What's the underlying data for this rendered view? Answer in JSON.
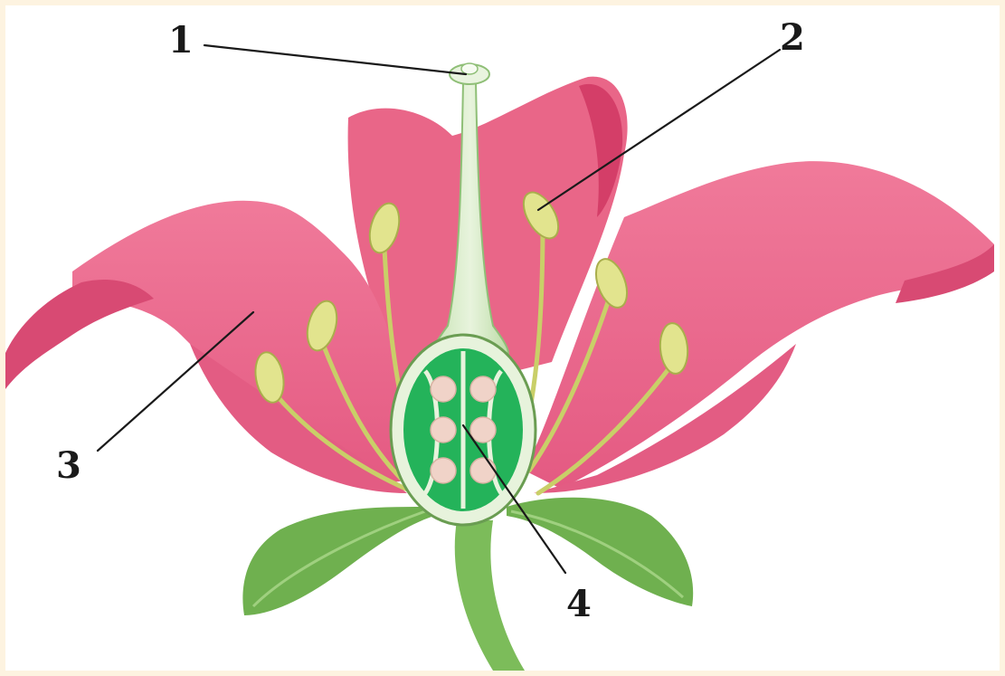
{
  "diagram": {
    "labels": [
      {
        "id": "1",
        "text": "1"
      },
      {
        "id": "2",
        "text": "2"
      },
      {
        "id": "3",
        "text": "3"
      },
      {
        "id": "4",
        "text": "4"
      }
    ],
    "colors": {
      "background": "#fdf3e0",
      "petal": "#ec7293",
      "petal_dark": "#d84a73",
      "sepal": "#6fb04f",
      "stamen": "#d2d77a",
      "ovary": "#24b35a",
      "ovule": "#f0d3c8"
    }
  }
}
